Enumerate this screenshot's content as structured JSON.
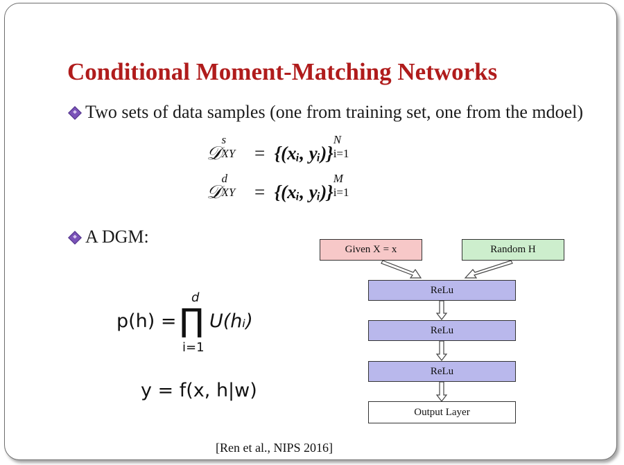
{
  "slide": {
    "title": "Conditional Moment-Matching Networks",
    "bullet1": "Two sets of data samples (one from training set, one from the mdoel)",
    "bullet2": "A DGM:",
    "citation": "[Ren et al., NIPS 2016]"
  },
  "equations": {
    "ds_lhs_sym": "𝒟",
    "ds_sup": "s",
    "ds_sub": "XY",
    "ds_rhs": "{(xᵢ, yᵢ)}",
    "ds_limit_top": "N",
    "ds_limit_bottom": "i=1",
    "dd_sup": "d",
    "dd_sub": "XY",
    "dd_limit_top": "M",
    "dd_limit_bottom": "i=1",
    "ph_lhs": "p(h) =",
    "ph_prod_top": "d",
    "ph_prod_bottom": "i=1",
    "ph_rhs": "U(hᵢ)",
    "y_eq": "y = f(x, h|w)"
  },
  "diagram": {
    "given_label": "Given X = x",
    "random_label": "Random H",
    "relu_labels": [
      "ReLu",
      "ReLu",
      "ReLu"
    ],
    "output_label": "Output Layer"
  },
  "colors": {
    "title": "#b01c1c",
    "bullet_diamond": "#7a52b8",
    "given_box": "#f7c8c8",
    "random_box": "#cdeecd",
    "relu_box": "#b9b8ec"
  }
}
